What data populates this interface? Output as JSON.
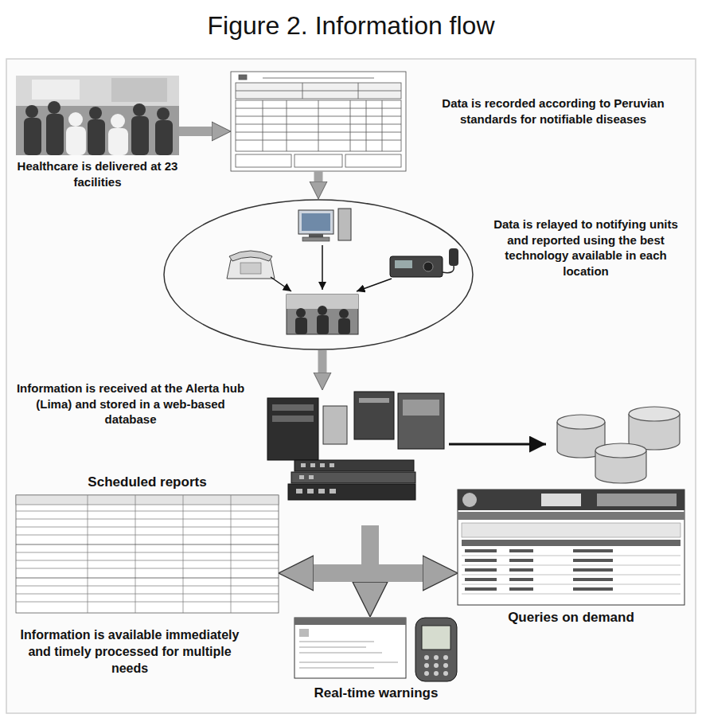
{
  "diagram": {
    "title": "Figure 2. Information flow",
    "nodes": [
      {
        "text": [
          "Healthcare is delivered at 23 facilities"
        ]
      },
      {
        "text": [
          "Data is recorded according to Peruvian standards for notifiable diseases"
        ]
      },
      {
        "text": [
          "Data is relayed to notifying units and reported using the best technology available in each location"
        ]
      },
      {
        "text": [
          "Information is received at the Alerta hub (Lima) and stored in a web-based database"
        ]
      },
      {
        "text": [
          "Scheduled reports"
        ]
      },
      {
        "text": [
          "Queries on demand"
        ]
      },
      {
        "text": [
          "Real-time warnings"
        ]
      }
    ],
    "edges": [
      {
        "from": 0,
        "to": 1,
        "arrow": "to"
      },
      {
        "from": 1,
        "to": 2,
        "arrow": "to"
      },
      {
        "from": 2,
        "to": 3,
        "arrow": "to"
      },
      {
        "from": 3,
        "to": 4,
        "arrow": "to"
      },
      {
        "from": 3,
        "to": 5,
        "arrow": "to"
      },
      {
        "from": 3,
        "to": 6,
        "arrow": "to"
      }
    ],
    "labels": [
      "Information is available immediately and timely processed for multiple needs"
    ]
  }
}
